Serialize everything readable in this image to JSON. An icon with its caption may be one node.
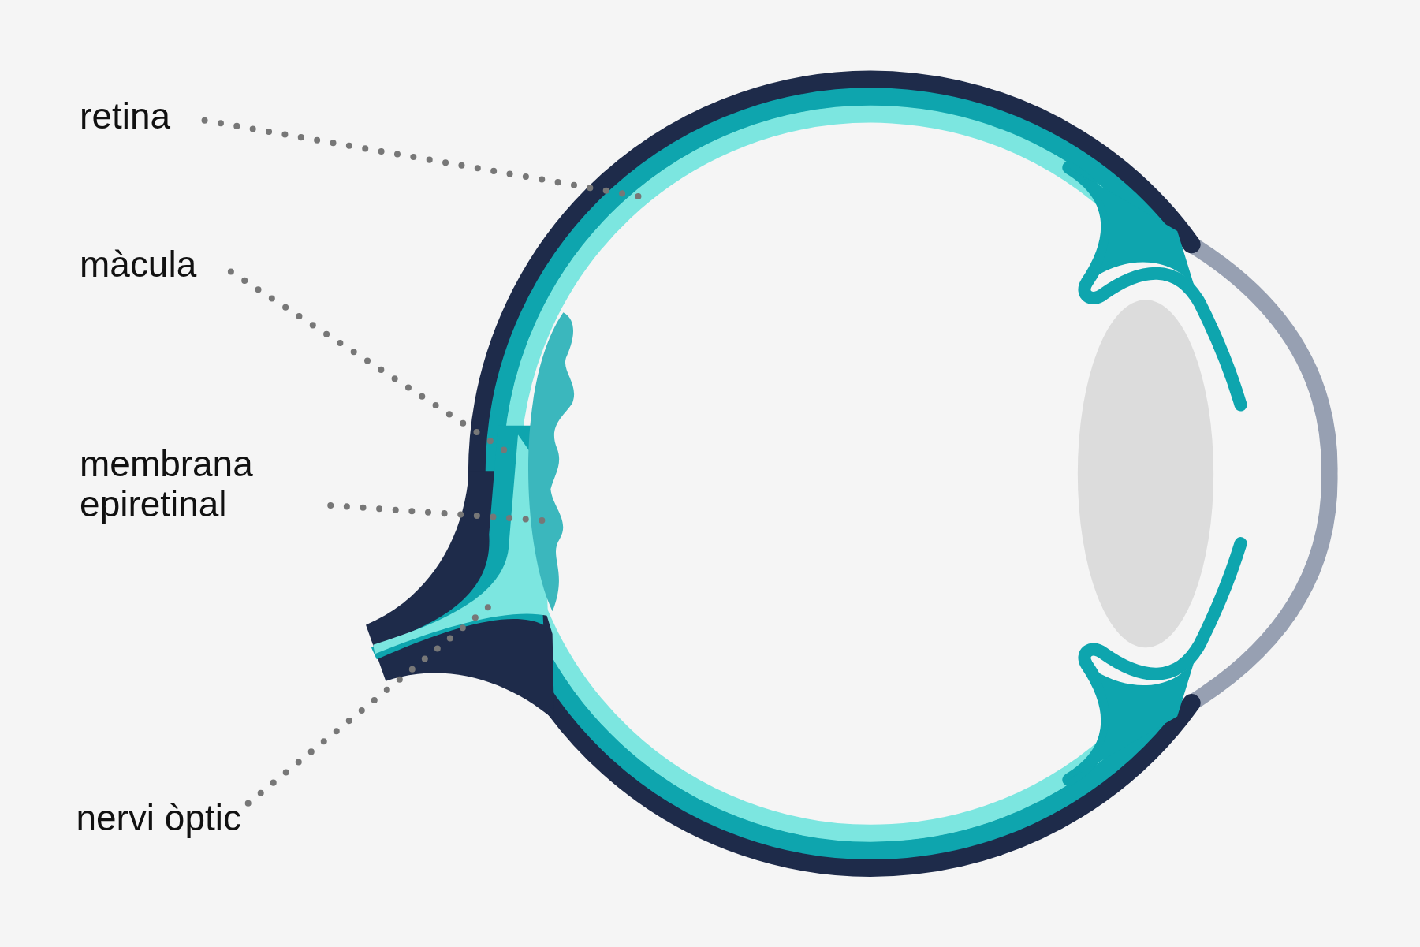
{
  "diagram": {
    "nodes": [
      {
        "text": [
          "retina"
        ]
      },
      {
        "text": [
          "màcula"
        ]
      },
      {
        "text": [
          "membrana epiretinal"
        ]
      },
      {
        "text": [
          "nervi òptic"
        ]
      }
    ],
    "edges": [
      {
        "from": 0,
        "to": null,
        "arrow": "none",
        "style": "dashed"
      },
      {
        "from": 1,
        "to": null,
        "arrow": "none",
        "style": "dashed"
      },
      {
        "from": 2,
        "to": null,
        "arrow": "none",
        "style": "dashed"
      },
      {
        "from": 3,
        "to": null,
        "arrow": "none",
        "style": "dashed"
      }
    ]
  }
}
